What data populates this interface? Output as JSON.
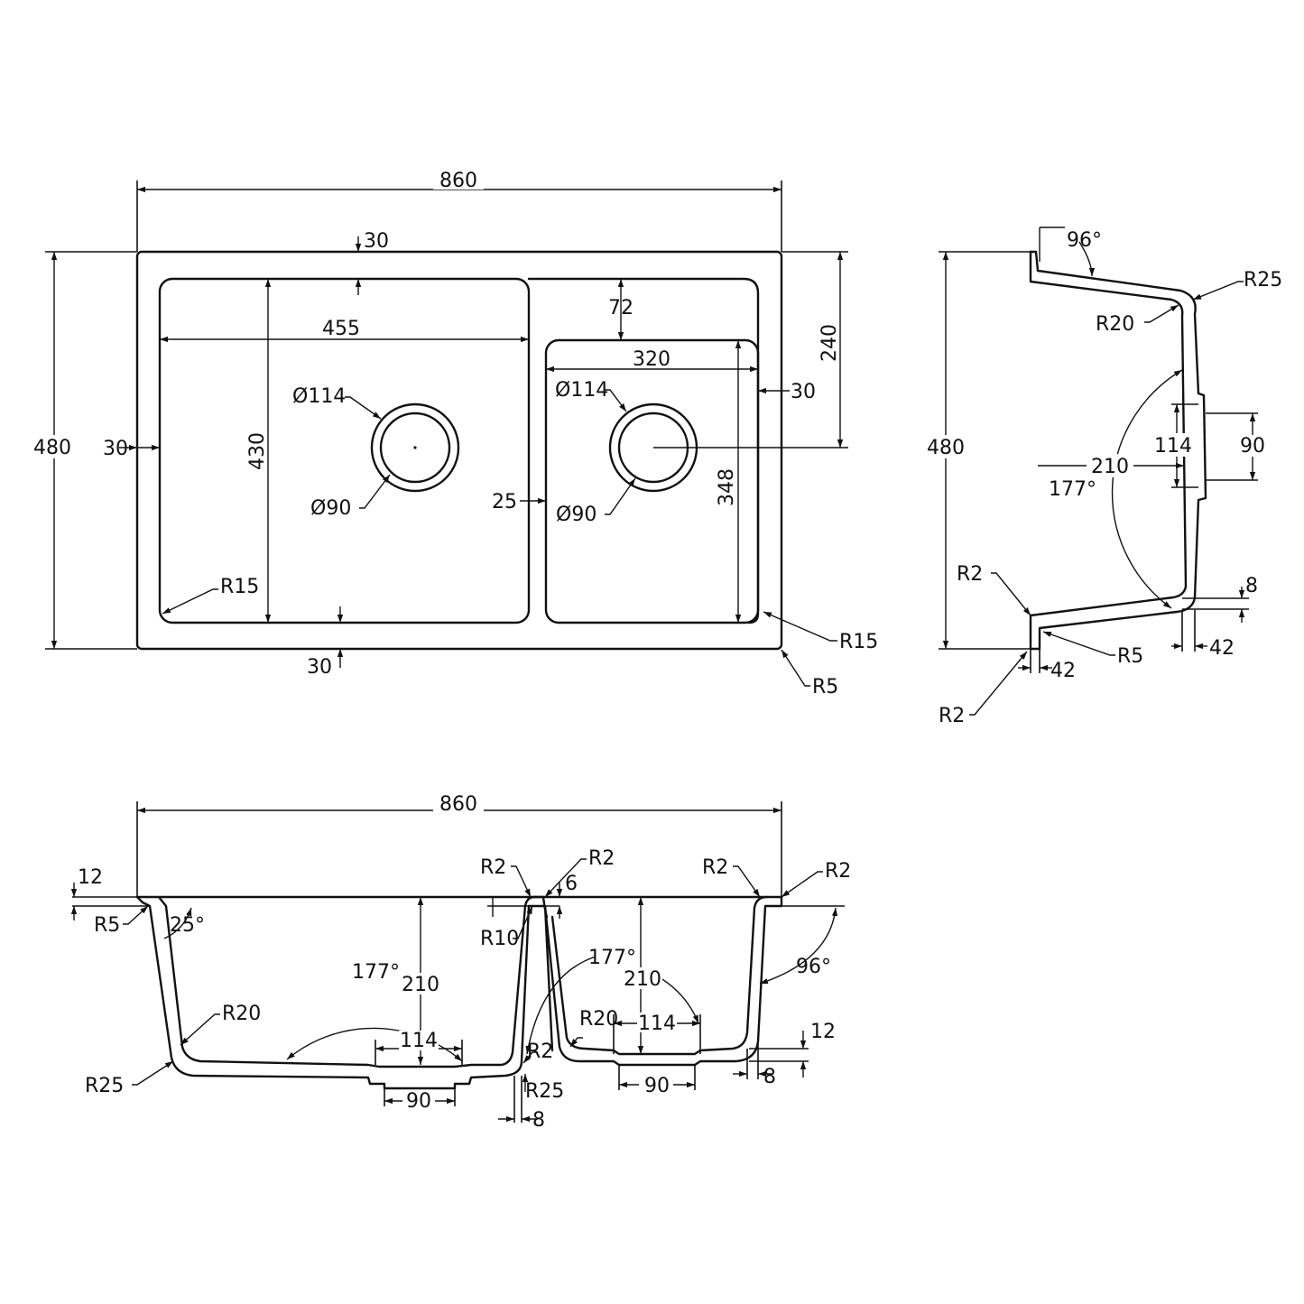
{
  "plan_view": {
    "overall_width": "860",
    "overall_depth": "480",
    "rim_top": "30",
    "rim_left": "30",
    "rim_bottom": "30",
    "rim_right": "30",
    "left_bowl_width": "455",
    "left_bowl_depth": "430",
    "divider": "25",
    "right_bowl_width": "320",
    "right_bowl_depth": "348",
    "right_bowl_offset": "72",
    "drain_center_offset": "240",
    "left_waste_outer": "Ø114",
    "left_waste_inner": "Ø90",
    "right_waste_outer": "Ø114",
    "right_waste_inner": "Ø90",
    "left_bowl_radius": "R15",
    "right_bowl_radius": "R15",
    "outer_radius": "R5"
  },
  "side_section": {
    "depth": "480",
    "top_angle": "96°",
    "rim_radius": "R25",
    "inner_radius": "R20",
    "bowl_height": "210",
    "waste_outer": "114",
    "waste_inner": "90",
    "base_angle": "177°",
    "edge_radius_upper": "R2",
    "edge_radius_lower": "R2",
    "base_radius": "R5",
    "flange_left": "42",
    "flange_right": "42",
    "rim_thickness": "8"
  },
  "front_section": {
    "overall_width": "860",
    "rim_thickness_left": "12",
    "rim_thickness_right": "12",
    "left_edge_radius": "R5",
    "left_wall_angle": "25°",
    "left_base_angle": "177°",
    "left_inner_radius": "R20",
    "left_outer_radius": "R25",
    "left_depth": "210",
    "left_waste_outer": "114",
    "left_waste_inner": "90",
    "divider_radius_left": "R2",
    "divider_radius_right": "R2",
    "divider_top": "6",
    "divider_inner_radius": "R10",
    "divider_base_radius": "R2",
    "divider_outer_radius": "R25",
    "divider_width": "8",
    "right_base_angle": "177°",
    "right_depth": "210",
    "right_inner_radius": "R20",
    "right_waste_outer": "114",
    "right_waste_inner": "90",
    "right_top_radius_left": "R2",
    "right_top_radius_right": "R2",
    "right_wall_angle": "96°",
    "right_flange": "8"
  }
}
